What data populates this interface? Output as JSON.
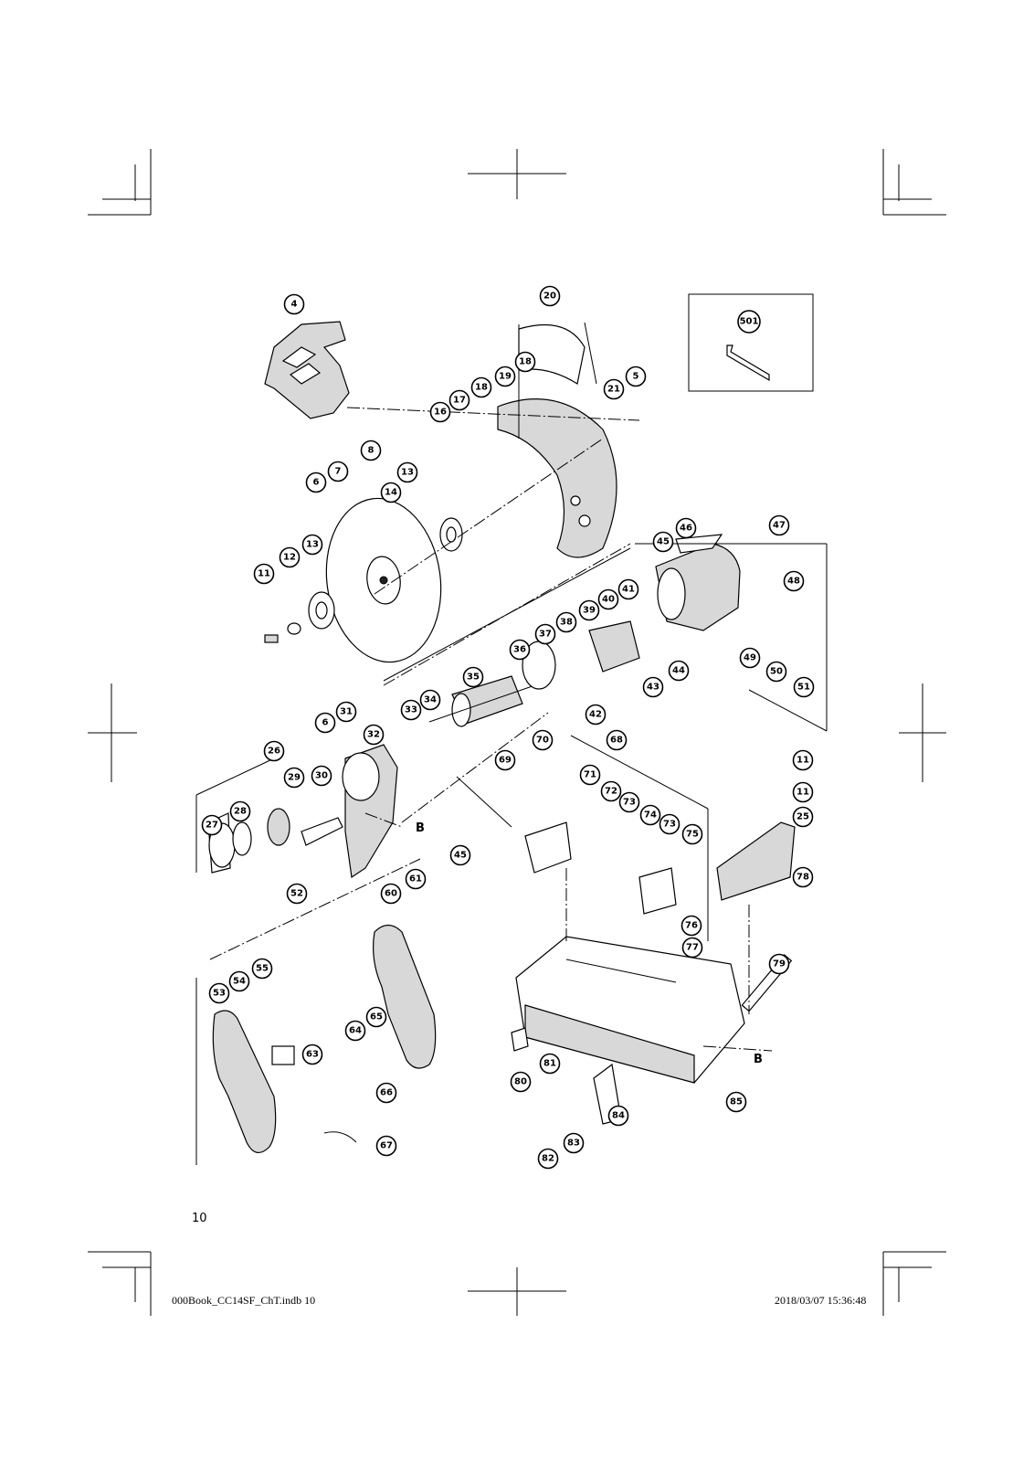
{
  "page_number": "10",
  "footer": {
    "file": "000Book_CC14SF_ChT.indb   10",
    "timestamp": "2018/03/07   15:36:48"
  },
  "section_marker": "B",
  "parts": [
    "4",
    "20",
    "501",
    "18",
    "5",
    "19",
    "21",
    "18",
    "17",
    "16",
    "7",
    "8",
    "6",
    "13",
    "14",
    "47",
    "46",
    "45",
    "13",
    "12",
    "11",
    "48",
    "39",
    "40",
    "41",
    "38",
    "37",
    "36",
    "49",
    "50",
    "51",
    "44",
    "43",
    "42",
    "35",
    "34",
    "33",
    "31",
    "6",
    "32",
    "68",
    "69",
    "70",
    "71",
    "72",
    "73",
    "11",
    "11",
    "26",
    "29",
    "30",
    "74",
    "73",
    "75",
    "25",
    "28",
    "27",
    "B",
    "52",
    "45",
    "61",
    "78",
    "60",
    "76",
    "77",
    "55",
    "54",
    "53",
    "65",
    "64",
    "63",
    "66",
    "67",
    "79",
    "81",
    "80",
    "84",
    "83",
    "82",
    "85",
    "B"
  ]
}
